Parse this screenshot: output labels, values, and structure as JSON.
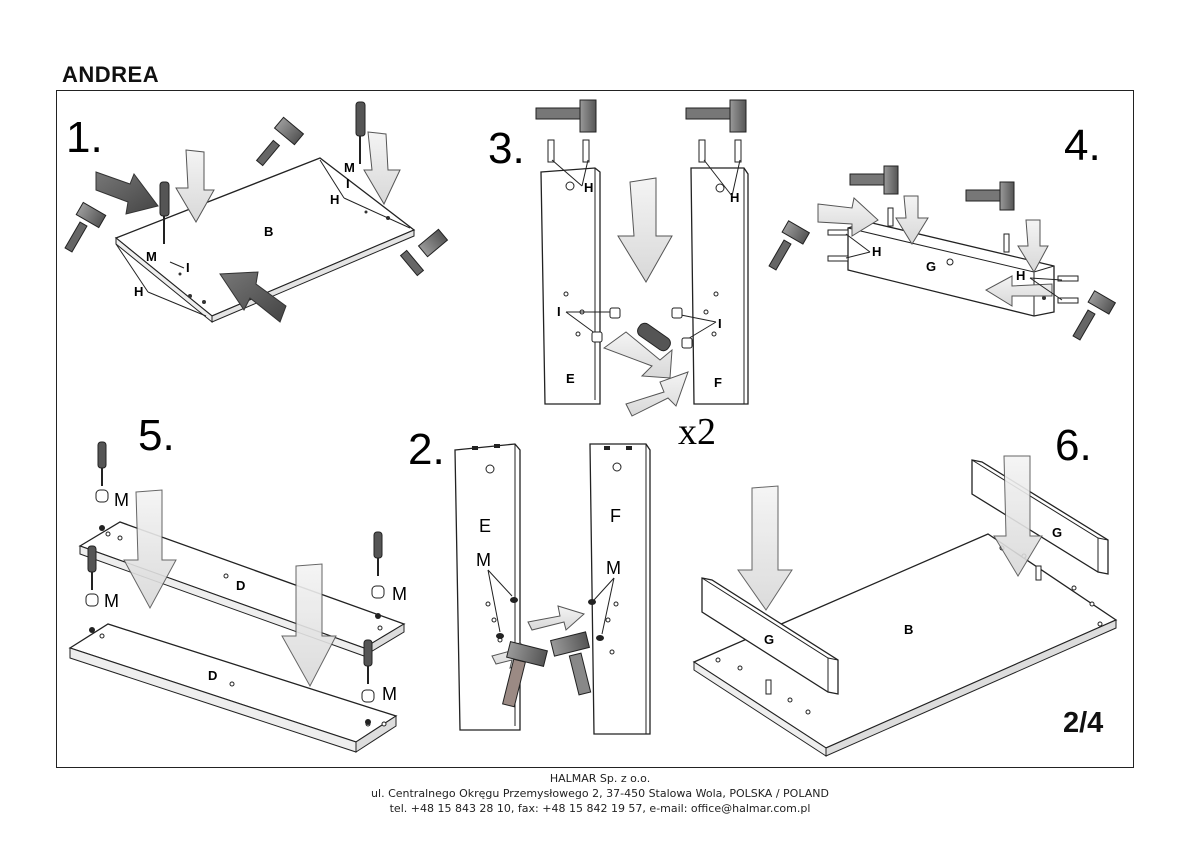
{
  "header": {
    "title": "ANDREA"
  },
  "steps": [
    {
      "number": "1.",
      "panel": "B",
      "labels": {
        "M": "M",
        "I": "I",
        "H": "H"
      }
    },
    {
      "number": "2.",
      "panels": [
        "E",
        "F"
      ],
      "labels": {
        "M": "M"
      }
    },
    {
      "number": "3.",
      "panels": [
        "E",
        "F"
      ],
      "labels": {
        "H": "H",
        "I": "I"
      },
      "multiplier": "x2"
    },
    {
      "number": "4.",
      "panel": "G",
      "labels": {
        "H": "H"
      }
    },
    {
      "number": "5.",
      "panels": [
        "D",
        "D"
      ],
      "labels": {
        "M": "M"
      }
    },
    {
      "number": "6.",
      "panels": [
        "B",
        "G",
        "G"
      ]
    }
  ],
  "page": {
    "indicator": "2/4"
  },
  "footer": {
    "company": "HALMAR Sp. z o.o.",
    "address": "ul. Centralnego Okręgu Przemysłowego 2, 37-450 Stalowa Wola, POLSKA / POLAND",
    "contact": "tel. +48 15 843 28 10, fax: +48 15 842 19 57, e-mail: office@halmar.com.pl"
  },
  "icons": [
    "hammer-icon",
    "screwdriver-icon",
    "arrow-icon",
    "dowel-icon",
    "cam-lock-icon"
  ]
}
